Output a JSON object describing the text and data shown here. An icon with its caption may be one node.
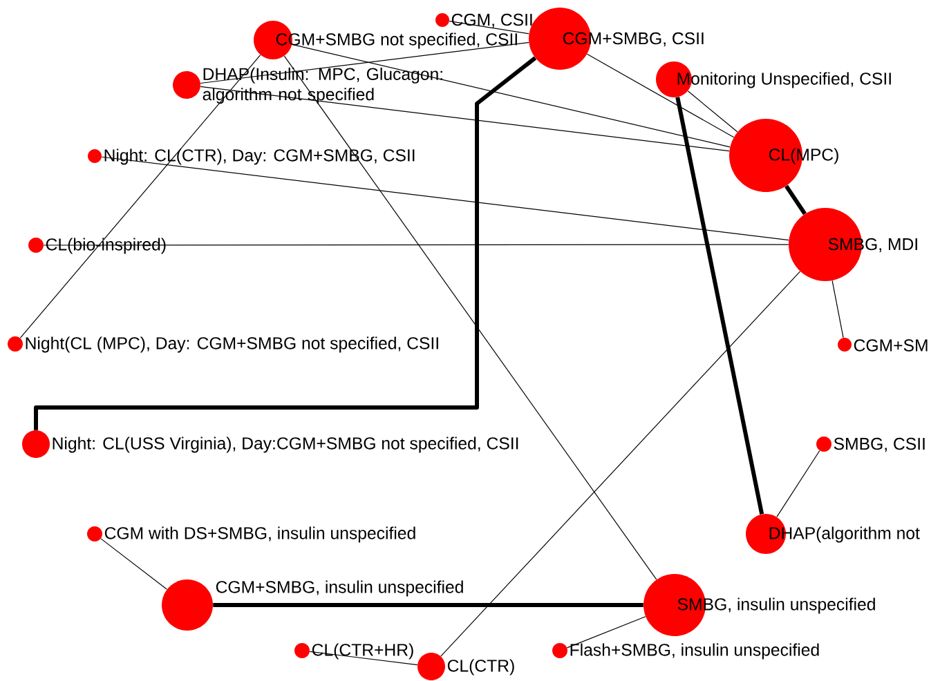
{
  "diagram": {
    "nodes": [
      {
        "text": [
          "CGM, CSII"
        ]
      },
      {
        "text": [
          "CGM+SMBG not specified, CSII"
        ]
      },
      {
        "text": [
          "CGM+SMBG, CSII"
        ]
      },
      {
        "text": [
          "DHAP(Insulin: MPC, Glucagon: algorithm not specified"
        ]
      },
      {
        "text": [
          "Monitoring Unspecified, CSII"
        ]
      },
      {
        "text": [
          "Night: CL(CTR), Day: CGM+SMBG, CSII"
        ]
      },
      {
        "text": [
          "CL(MPC)"
        ]
      },
      {
        "text": [
          "CL(bio-inspired)"
        ]
      },
      {
        "text": [
          "SMBG, MDI"
        ]
      },
      {
        "text": [
          "Night(CL (MPC), Day: CGM+SMBG not specified, CSII"
        ]
      },
      {
        "text": [
          "CGM+SM"
        ]
      },
      {
        "text": [
          "Night: CL(USS Virginia), Day:CGM+SMBG not specified, CSII"
        ]
      },
      {
        "text": [
          "SMBG, CSII"
        ]
      },
      {
        "text": [
          "CGM with DS+SMBG, insulin unspecified"
        ]
      },
      {
        "text": [
          "DHAP(algorithm not"
        ]
      },
      {
        "text": [
          "CGM+SMBG, insulin unspecified"
        ]
      },
      {
        "text": [
          "SMBG, insulin unspecified"
        ]
      },
      {
        "text": [
          "CL(CTR+HR)"
        ]
      },
      {
        "text": [
          "Flash+SMBG, insulin unspecified"
        ]
      },
      {
        "text": [
          "CL(CTR)"
        ]
      }
    ],
    "edges": [
      {
        "from": 0,
        "to": 2,
        "arrow": "none"
      },
      {
        "from": 1,
        "to": 6,
        "arrow": "none"
      },
      {
        "from": 1,
        "to": 9,
        "arrow": "none"
      },
      {
        "from": 1,
        "to": 16,
        "arrow": "none"
      },
      {
        "from": 3,
        "to": 2,
        "arrow": "none"
      },
      {
        "from": 3,
        "to": 6,
        "arrow": "none"
      },
      {
        "from": 2,
        "to": 6,
        "arrow": "none"
      },
      {
        "from": 4,
        "to": 6,
        "arrow": "none"
      },
      {
        "from": 4,
        "to": 14,
        "arrow": "none",
        "style": "thick"
      },
      {
        "from": 6,
        "to": 8,
        "arrow": "none",
        "style": "thick"
      },
      {
        "from": 5,
        "to": 8,
        "arrow": "none"
      },
      {
        "from": 7,
        "to": 8,
        "arrow": "none"
      },
      {
        "from": 8,
        "to": 10,
        "arrow": "none"
      },
      {
        "from": 8,
        "to": 19,
        "arrow": "none"
      },
      {
        "from": 11,
        "to": 2,
        "arrow": "none",
        "style": "thick"
      },
      {
        "from": 12,
        "to": 14,
        "arrow": "none"
      },
      {
        "from": 13,
        "to": 15,
        "arrow": "none"
      },
      {
        "from": 15,
        "to": 16,
        "arrow": "none",
        "style": "thick"
      },
      {
        "from": 16,
        "to": 18,
        "arrow": "none"
      },
      {
        "from": 17,
        "to": 19,
        "arrow": "none"
      }
    ]
  }
}
